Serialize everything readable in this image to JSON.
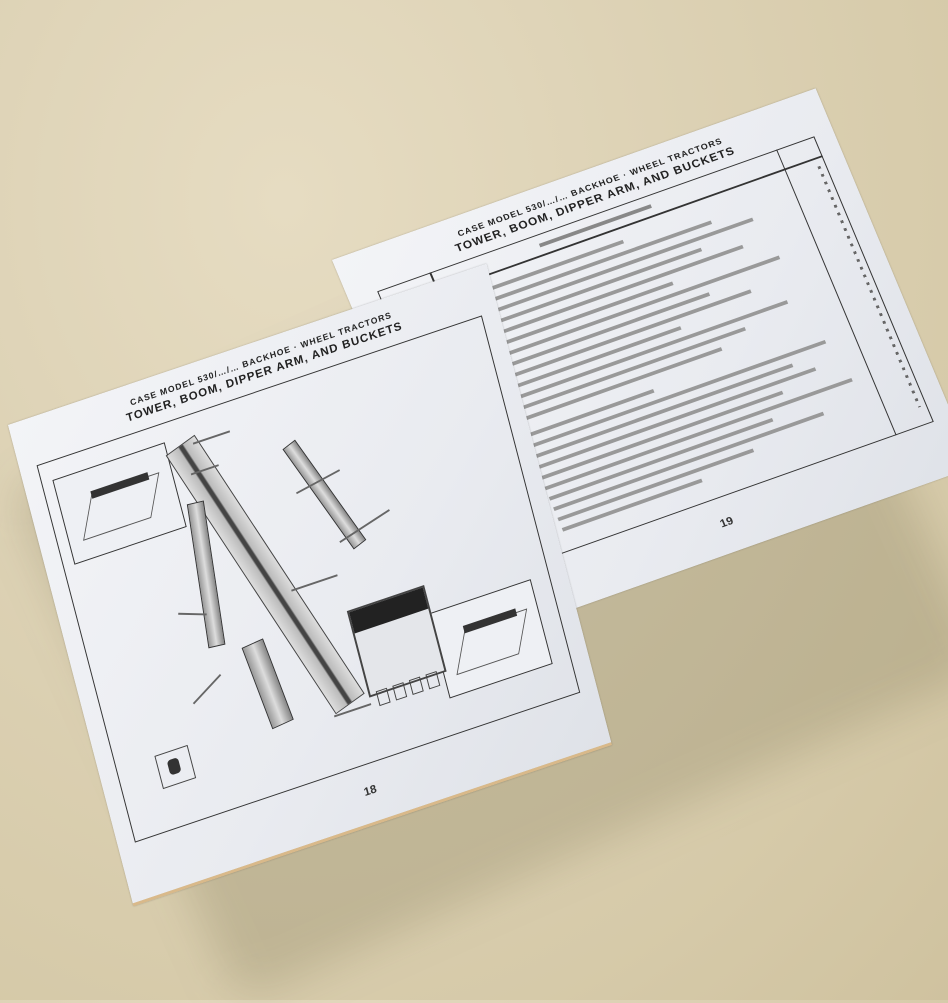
{
  "scene": {
    "description": "Open parts catalog booklet lying on a beige surface",
    "surface_color": "#d9ceb0",
    "paper_color": "#eceef2"
  },
  "left_page": {
    "header_line1": "CASE MODEL 530/…/… BACKHOE · WHEEL TRACTORS",
    "header_line2": "TOWER, BOOM, DIPPER ARM, AND BUCKETS",
    "page_number": "18",
    "content": "Exploded parts diagram of backhoe boom, dipper arm, cylinders and bucket with inset bucket views"
  },
  "right_page": {
    "header_line1": "CASE MODEL 530/…/… BACKHOE · WHEEL TRACTORS",
    "header_line2": "TOWER, BOOM, DIPPER ARM, AND BUCKETS",
    "page_number": "19",
    "content": "Parts list table: part numbers column, description column, dotted quantity column (text illegible)"
  }
}
